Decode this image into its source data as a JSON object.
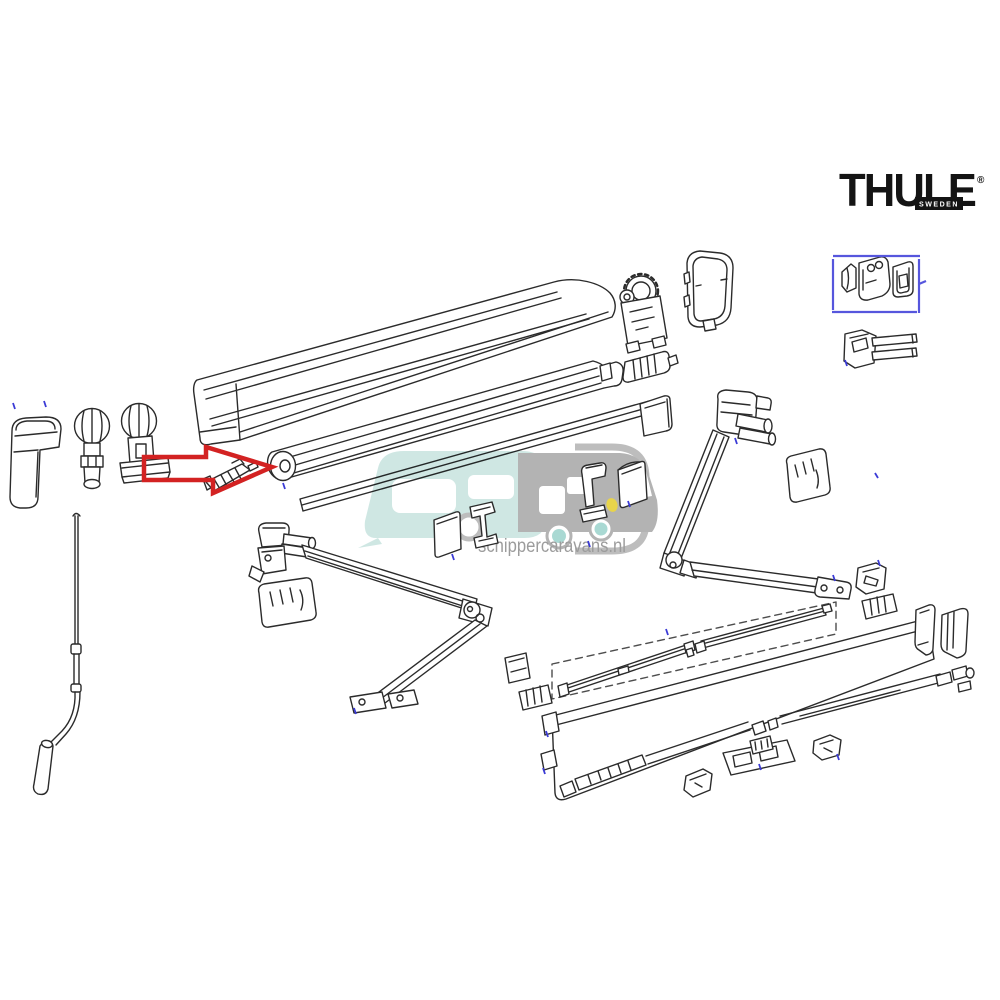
{
  "page": {
    "background_color": "#ffffff"
  },
  "brand": {
    "logo_text": "THULE",
    "registered_mark": "®",
    "sub_label": "SWEDEN",
    "logo_color": "#141414"
  },
  "watermark": {
    "site_text": "schippercaravans.nl",
    "text_color": "#9c9c9c",
    "caravan_color": "#cfe7e3",
    "vehicle_color": "#b3b3b3",
    "wheel_color": "#a9d9d3",
    "headlight_color": "#e8d44a",
    "ring_color": "#bdbdbd"
  },
  "annotations": {
    "selection_arrow": {
      "color": "#d32222",
      "points_to": "roller-tube-left-end"
    },
    "highlight_box": {
      "color": "#5656dd"
    },
    "item_markers": {
      "color": "#3b3bd6",
      "count": 17
    }
  },
  "diagram": {
    "type": "exploded-parts-diagram",
    "subject": "thule-awning",
    "line_color": "#2b2b2b",
    "parts": [
      "left-end-cover-cap",
      "crank-gear-knob",
      "gear-bracket",
      "crank-rod-handle",
      "awning-case-lid",
      "roller-tube",
      "drive-insert-part",
      "awning-fabric",
      "fabric-corner-flap",
      "gearbox-assembly",
      "right-end-cover",
      "ribbed-adapter-cylinder",
      "right-spring-arm",
      "right-arm-cover",
      "left-spring-arm",
      "left-arm-cover",
      "fabric-patch-left",
      "support-bracket-left",
      "support-bracket-center",
      "fabric-patch-right",
      "rafter-arm-left",
      "rafter-arm-right",
      "rafter-clamp-block",
      "rafter-ribbed-block",
      "lead-rail-panel",
      "panel-end-clips",
      "support-leg-rod",
      "leg-clamp",
      "lock-bracket-assembly",
      "wall-bracket",
      "end-cap-a",
      "end-cap-b",
      "bracket-small-right",
      "ribbed-block-right",
      "highlighted-bracket-kit",
      "double-pin-bracket"
    ]
  }
}
